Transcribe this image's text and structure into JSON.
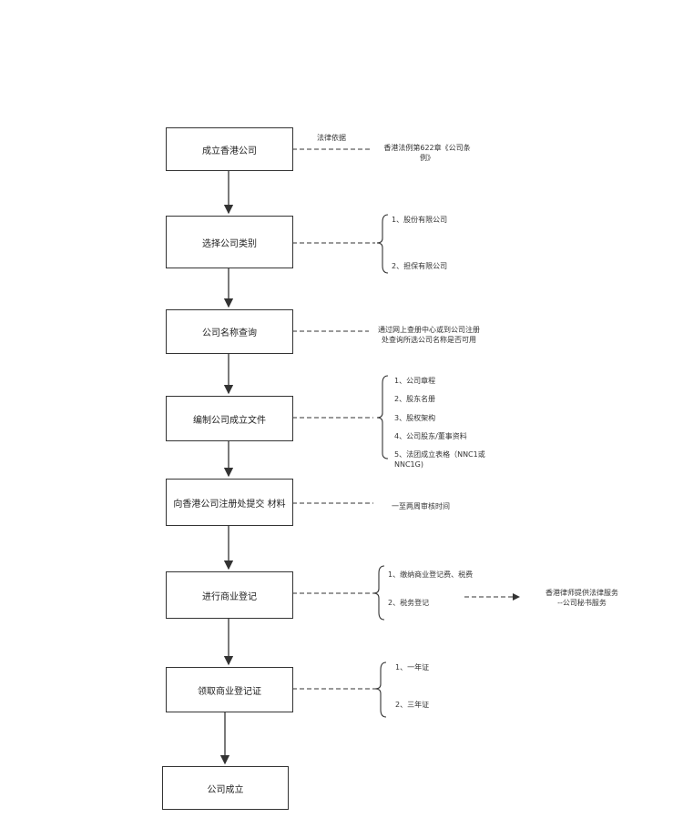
{
  "steps": [
    "成立香港公司",
    "选择公司类别",
    "公司名称查询",
    "编制公司成立文件",
    "向香港公司注册处提交 材料",
    "进行商业登记",
    "领取商业登记证",
    "公司成立"
  ],
  "notes": {
    "legal_basis_label": "法律依据",
    "legal_basis": [
      "香港法例第622章《公司条",
      "例》"
    ],
    "company_types": [
      "1、股份有限公司",
      "2、担保有限公司"
    ],
    "name_search": [
      "通过网上查册中心或到公司注册",
      "处查询所选公司名称是否可用"
    ],
    "documents": [
      "1、公司章程",
      "2、股东名册",
      "3、股权架构",
      "4、公司股东/董事资料",
      "5、法团成立表格（NNC1或",
      "NNC1G)"
    ],
    "review_time": "一至两周审核时间",
    "business_reg": [
      "1、缴纳商业登记费、税费",
      "2、税务登记"
    ],
    "lawyer_service": [
      "香港律师提供法律服务",
      "--公司秘书服务"
    ],
    "certificate": [
      "1、一年证",
      "2、三年证"
    ]
  }
}
